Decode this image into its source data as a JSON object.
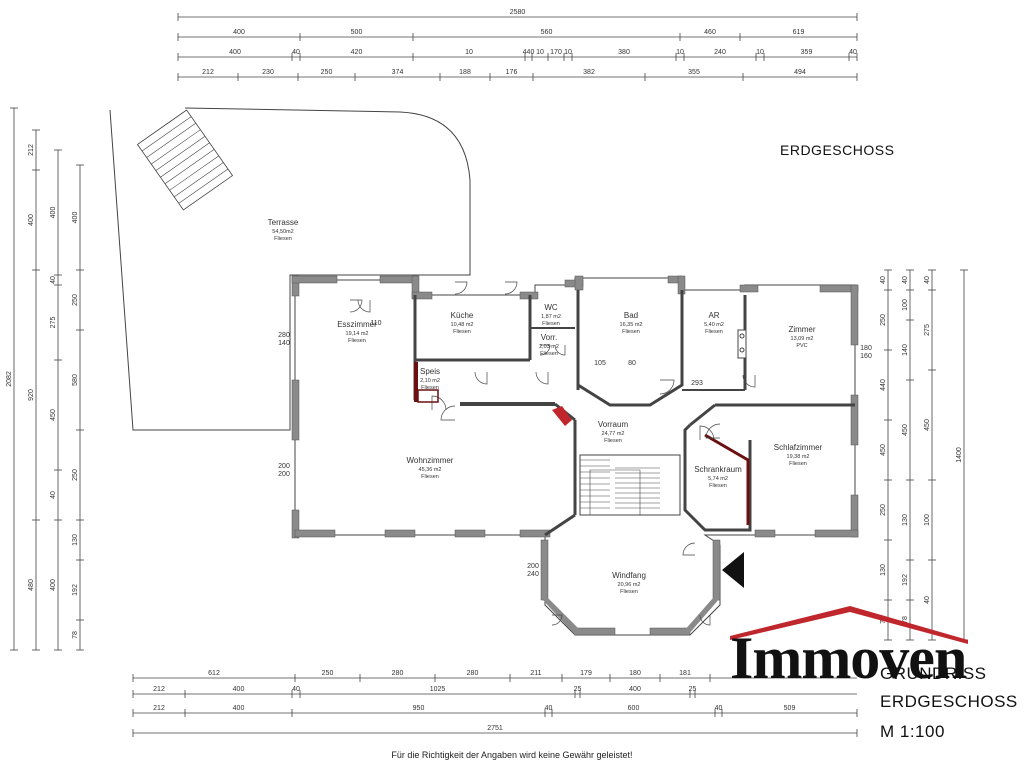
{
  "floor_title": "ERDGESCHOSS",
  "plan_title_1": "GRUNDRISS",
  "plan_title_2": "ERDGESCHOSS",
  "plan_scale": "M 1:100",
  "logo": {
    "text": "Immoven",
    "roof_color": "#c0272d"
  },
  "disclaimer": "Für die Richtigkeit der Angaben wird keine Gewähr geleistet!",
  "colors": {
    "wall": "#8a8a8a",
    "line": "#444444",
    "accent": "#c0272d"
  },
  "rooms": [
    {
      "name": "Terrasse",
      "area": "54,50m2",
      "floor": "Fliesen"
    },
    {
      "name": "Esszimmer",
      "area": "19,14 m2",
      "floor": "Fliesen"
    },
    {
      "name": "Küche",
      "area": "10,48 m2",
      "floor": "Fliesen"
    },
    {
      "name": "WC",
      "area": "1,87 m2",
      "floor": "Fliesen"
    },
    {
      "name": "Vorr.",
      "area": "2,03 m2",
      "floor": "Fliesen"
    },
    {
      "name": "Bad",
      "area": "16,35 m2",
      "floor": "Fliesen"
    },
    {
      "name": "AR",
      "area": "5,40 m2",
      "floor": "Fliesen"
    },
    {
      "name": "Zimmer",
      "area": "13,09 m2",
      "floor": "PVC"
    },
    {
      "name": "Speis",
      "area": "2,10 m2",
      "floor": "Fliesen"
    },
    {
      "name": "Wohnzimmer",
      "area": "45,36 m2",
      "floor": "Fliesen"
    },
    {
      "name": "Vorraum",
      "area": "24,77 m2",
      "floor": "Fliesen"
    },
    {
      "name": "Schrankraum",
      "area": "5,74 m2",
      "floor": "Fliesen"
    },
    {
      "name": "Schlafzimmer",
      "area": "19,38 m2",
      "floor": "Fliesen"
    },
    {
      "name": "Windfang",
      "area": "20,96 m2",
      "floor": "Fliesen"
    }
  ],
  "dimensions": {
    "top_total": "2580",
    "top_row1": [
      "400",
      "500",
      "560",
      "460",
      "619"
    ],
    "top_row2": [
      "400",
      "40",
      "420",
      "10",
      "440",
      "10",
      "170",
      "10",
      "380",
      "10",
      "240",
      "10",
      "359",
      "40"
    ],
    "top_row3": [
      "212",
      "230",
      "250",
      "374",
      "188",
      "176",
      "382",
      "355",
      "494"
    ],
    "bottom_row1": [
      "612",
      "250",
      "280",
      "280",
      "211",
      "179",
      "180",
      "181"
    ],
    "bottom_row2": [
      "212",
      "400",
      "40",
      "1025",
      "25",
      "400",
      "25"
    ],
    "bottom_row3": [
      "212",
      "400",
      "950",
      "40",
      "600",
      "40",
      "509"
    ],
    "bottom_total": "2751",
    "left_total": "2082",
    "right_total": "1400",
    "openings": [
      "280",
      "140",
      "200",
      "200",
      "180",
      "160",
      "105",
      "80",
      "293",
      "110",
      "200",
      "240"
    ]
  }
}
